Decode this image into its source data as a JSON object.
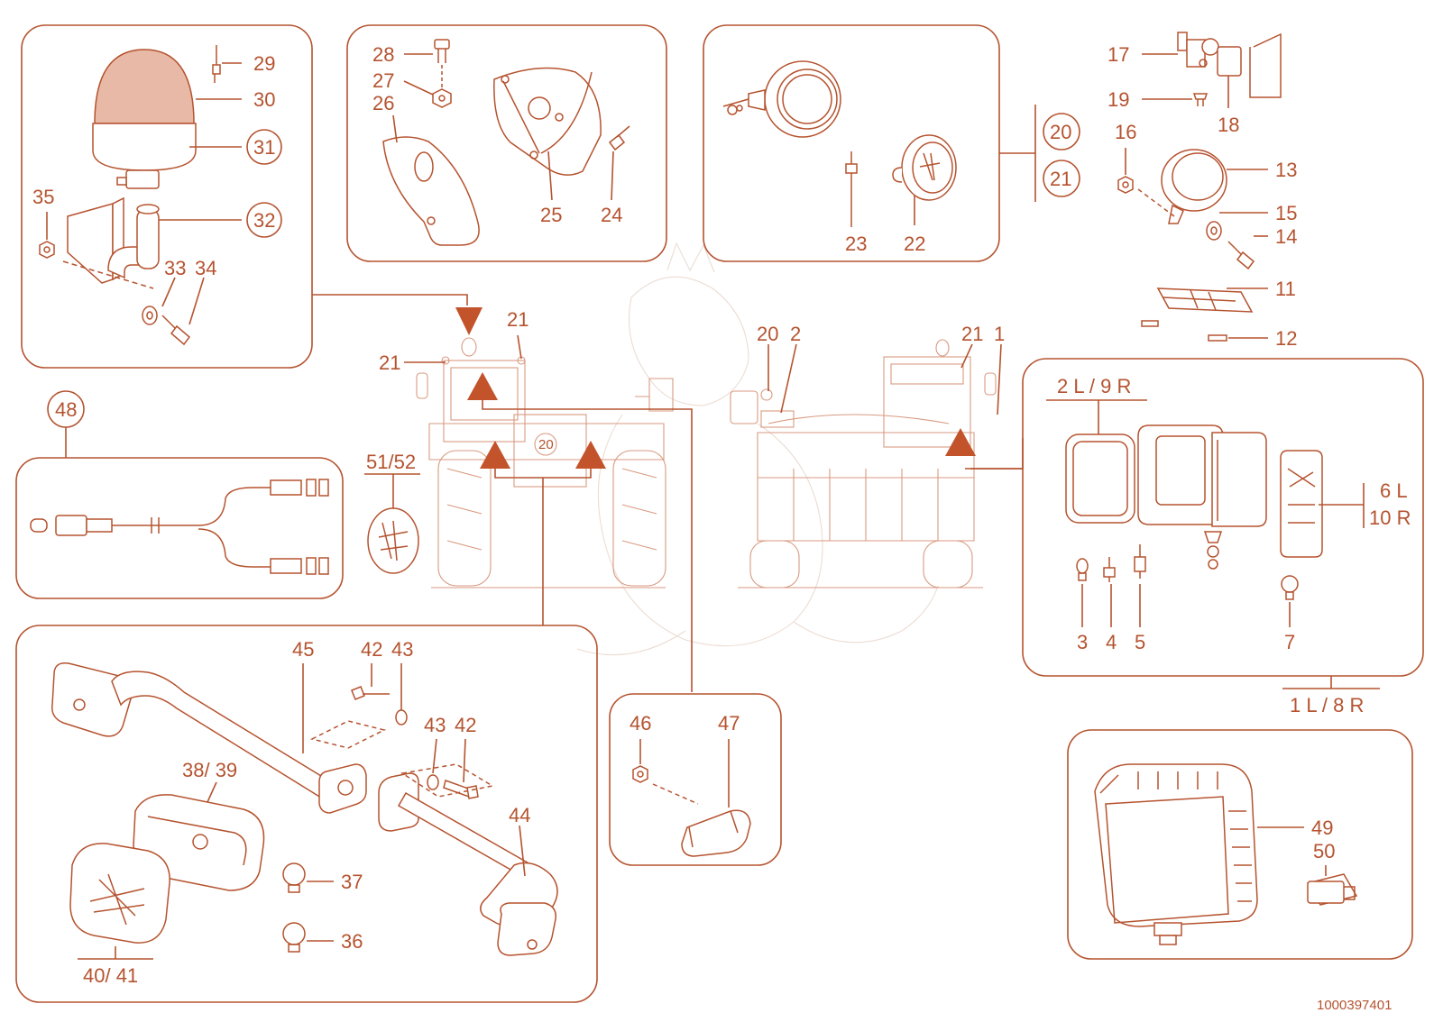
{
  "colors": {
    "accent": "#b5532f",
    "marker": "#c2532b",
    "beacon_dome": "#e8b9a6"
  },
  "diagram_id": "1000397401",
  "callouts": {
    "c1": "1",
    "c2": "2",
    "c3": "3",
    "c4": "4",
    "c5": "5",
    "c7": "7",
    "c11": "11",
    "c12": "12",
    "c13": "13",
    "c14": "14",
    "c15": "15",
    "c16": "16",
    "c17": "17",
    "c18": "18",
    "c19": "19",
    "c20": "20",
    "c21": "21",
    "c22": "22",
    "c23": "23",
    "c24": "24",
    "c25": "25",
    "c26": "26",
    "c27": "27",
    "c28": "28",
    "c29": "29",
    "c30": "30",
    "c31": "31",
    "c32": "32",
    "c33": "33",
    "c34": "34",
    "c35": "35",
    "c36": "36",
    "c37": "37",
    "c42": "42",
    "c43": "43",
    "c44": "44",
    "c45": "45",
    "c46": "46",
    "c47": "47",
    "c48": "48",
    "c49": "49",
    "c50": "50",
    "c2l9r": "2 L / 9 R",
    "c6l": "6 L",
    "c10r": "10 R",
    "c1l8r": "1 L / 8 R",
    "c3839": "38/ 39",
    "c4041": "40/ 41",
    "c5152": "51/52"
  }
}
